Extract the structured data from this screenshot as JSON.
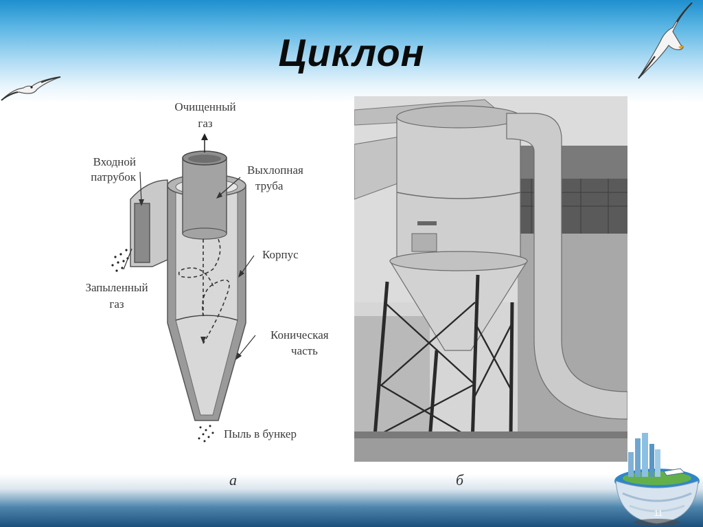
{
  "slide": {
    "title": "Циклон",
    "number": "11"
  },
  "diagram": {
    "labels": {
      "clean_gas_line1": "Очищенный",
      "clean_gas_line2": "газ",
      "inlet_line1": "Входной",
      "inlet_line2": "патрубок",
      "exhaust_line1": "Выхлопная",
      "exhaust_line2": "труба",
      "body": "Корпус",
      "dusty_gas_line1": "Запыленный",
      "dusty_gas_line2": "газ",
      "conical_line1": "Коническая",
      "conical_line2": "часть",
      "dust_out": "Пыль в бункер"
    },
    "caption": "а"
  },
  "photo": {
    "caption": "б"
  },
  "colors": {
    "title": "#0b0b0b",
    "header_blue": "#1f8fcf",
    "footer_blue": "#1c4f7c",
    "cyclone_body": "#bcbcbc",
    "cyclone_dark": "#7e7e7e"
  }
}
